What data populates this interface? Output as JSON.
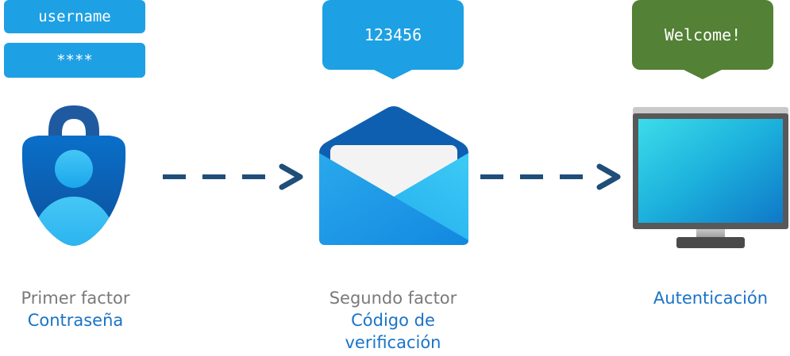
{
  "credentials": {
    "username": "username",
    "password": "****"
  },
  "bubbles": {
    "code": "123456",
    "welcome": "Welcome!"
  },
  "steps": [
    {
      "title": "Primer factor",
      "subtitle": "Contraseña",
      "icon": "authenticator-lock-icon"
    },
    {
      "title": "Segundo factor",
      "subtitle_line1": "Código de",
      "subtitle_line2": "verificación",
      "icon": "envelope-icon"
    },
    {
      "title": "",
      "subtitle": "Autenticación",
      "icon": "monitor-icon"
    }
  ],
  "colors": {
    "field_blue": "#1ea0e4",
    "bubble_green": "#538135",
    "arrow_navy": "#1f4e79",
    "label_gray": "#7a7a7a",
    "label_blue": "#1a73c7"
  }
}
